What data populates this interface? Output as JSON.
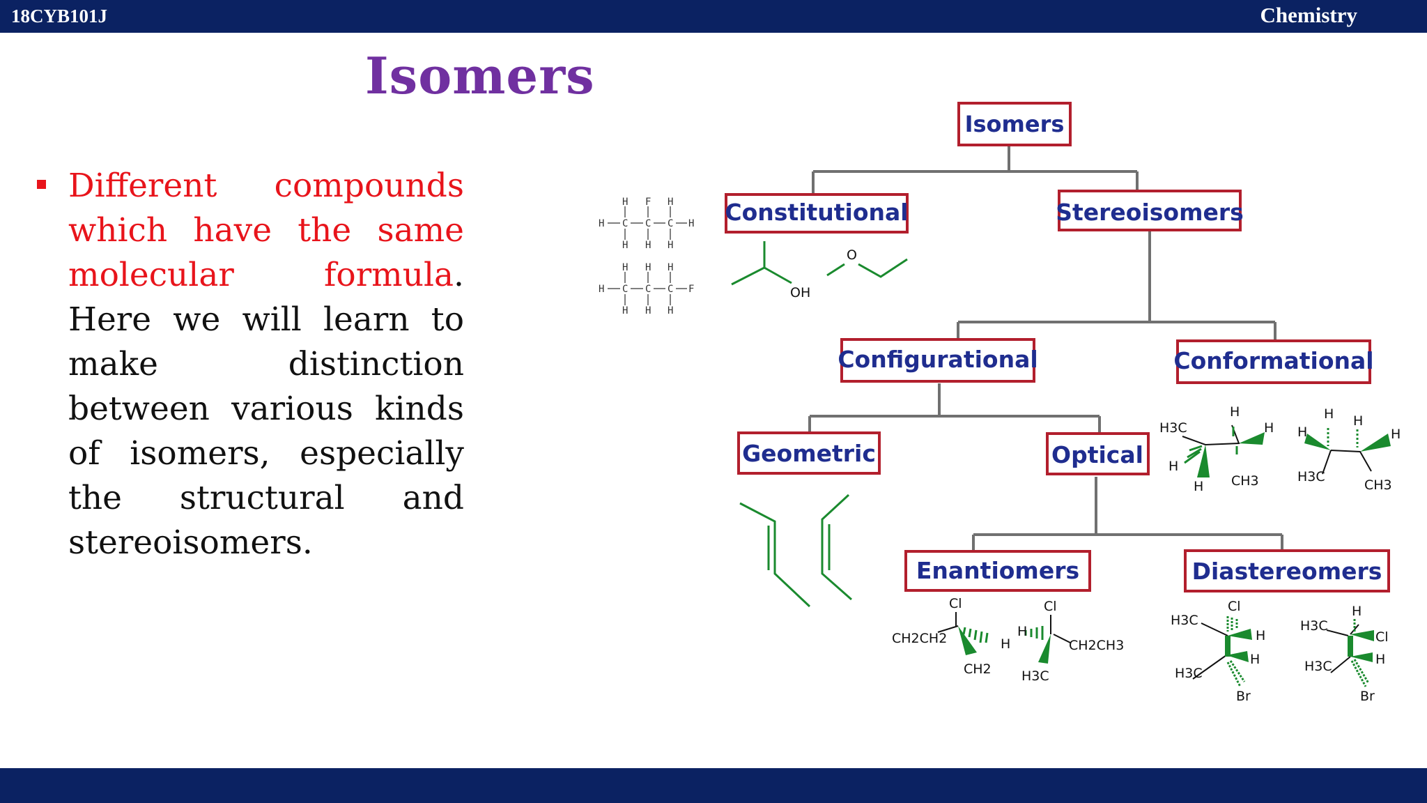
{
  "header": {
    "course_code": "18CYB101J",
    "subject": "Chemistry"
  },
  "slide": {
    "title": "Isomers",
    "bullet": {
      "red_text": "Different compounds which have the same molecular formula",
      "black_text": ". Here we will learn to make distinction between various kinds of isomers, especially the structural and stereoisomers."
    }
  },
  "tree": {
    "root": "Isomers",
    "constitutional": "Constitutional",
    "stereoisomers": "Stereoisomers",
    "configurational": "Configurational",
    "conformational": "Conformational",
    "geometric": "Geometric",
    "optical": "Optical",
    "enantiomers": "Enantiomers",
    "diastereomers": "Diastereomers"
  },
  "colors": {
    "header_bg": "#0b2262",
    "title": "#7030a0",
    "red_text": "#e8141b",
    "node_border": "#b21f2d",
    "node_text": "#1f2d8f",
    "connector": "#707070",
    "wedge": "#1a8a2e"
  },
  "labels": {
    "oh": "OH",
    "o": "O",
    "h": "H",
    "c": "C",
    "f": "F",
    "cl": "Cl",
    "br": "Br",
    "h3c": "H3C",
    "ch3": "CH3",
    "ch2": "CH2",
    "ch2ch2": "CH2CH2",
    "ch2ch3": "CH2CH3"
  }
}
